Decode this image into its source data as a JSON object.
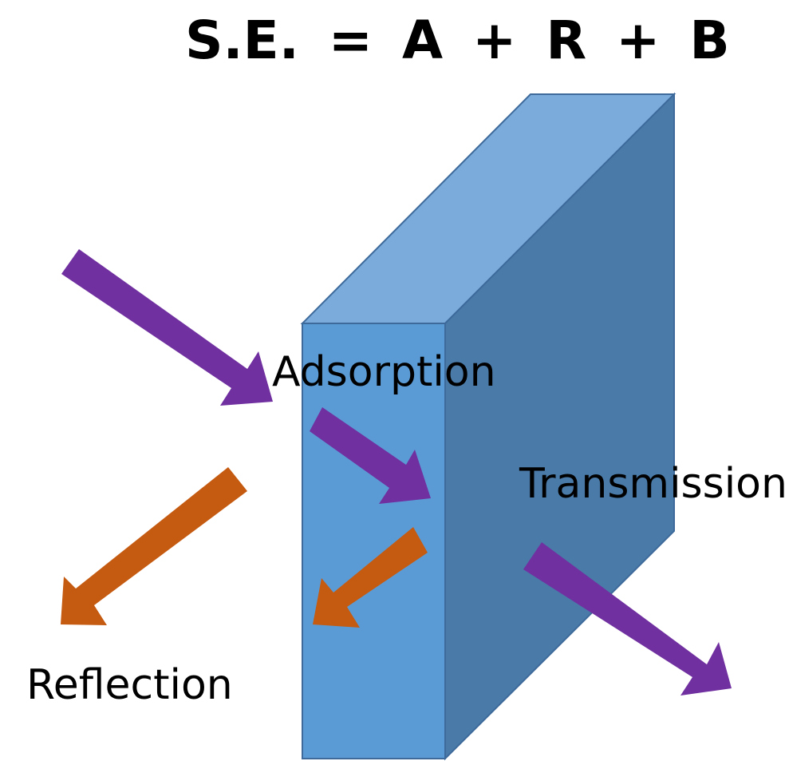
{
  "equation": {
    "text": "S.E. = A + R + B"
  },
  "labels": {
    "adsorption": "Adsorption",
    "transmission": "Transmission",
    "reflection": "Reflection"
  },
  "colors": {
    "shield_front": "#5b9bd5",
    "shield_top": "#7aabdb",
    "shield_side": "#4a7aa8",
    "shield_edge": "#3d6a9a",
    "incident_arrow": "#7030a0",
    "reflected_arrow": "#c55a11",
    "text": "#000000",
    "background": "#ffffff"
  }
}
